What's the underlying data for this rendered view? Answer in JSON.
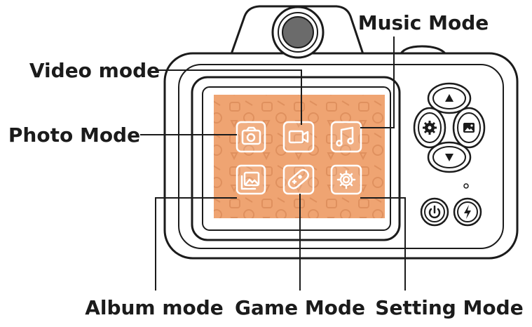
{
  "labels": {
    "music_mode": "Music Mode",
    "video_mode": "Video mode",
    "photo_mode": "Photo Mode",
    "album_mode": "Album mode",
    "game_mode": "Game Mode",
    "setting_mode": "Setting Mode"
  },
  "icons": {
    "photo": "camera-icon",
    "video": "video-camera-icon",
    "music": "music-note-icon",
    "album": "album-icon",
    "game": "gamepad-icon",
    "setting": "gear-icon",
    "dpad_up": "arrow-up-icon",
    "dpad_down": "arrow-down-icon",
    "dpad_left": "settings-gear-icon",
    "dpad_right": "image-icon",
    "power": "power-icon",
    "flash": "lightning-icon"
  },
  "colors": {
    "screen": "#efa472",
    "screen_pattern": "#d98a58",
    "outline": "#1b1b1b",
    "lens": "#6b6b6b"
  }
}
